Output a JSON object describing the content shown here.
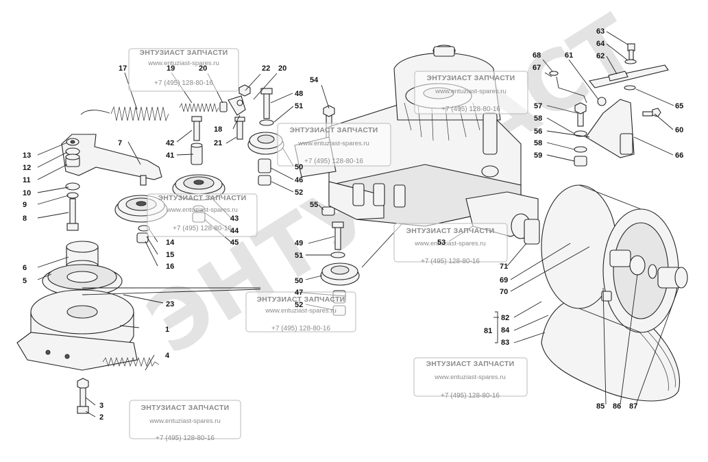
{
  "watermark": {
    "title": "ЭНТУЗИАСТ ЗАПЧАСТИ",
    "url": "www.entuziast-spares.ru",
    "phone": "+7 (495) 128-80-16",
    "diagonal": "ЭНТУЗИАСТ"
  },
  "callouts": [
    "1",
    "2",
    "3",
    "4",
    "5",
    "6",
    "7",
    "8",
    "9",
    "10",
    "11",
    "12",
    "13",
    "14",
    "15",
    "16",
    "17",
    "18",
    "19",
    "20",
    "20",
    "21",
    "22",
    "23",
    "41",
    "42",
    "43",
    "44",
    "45",
    "46",
    "47",
    "48",
    "49",
    "50",
    "50",
    "51",
    "51",
    "52",
    "52",
    "53",
    "54",
    "55",
    "56",
    "57",
    "58",
    "58",
    "59",
    "60",
    "61",
    "62",
    "63",
    "64",
    "65",
    "66",
    "67",
    "68",
    "69",
    "70",
    "71",
    "81",
    "82",
    "83",
    "84",
    "85",
    "86",
    "87"
  ]
}
